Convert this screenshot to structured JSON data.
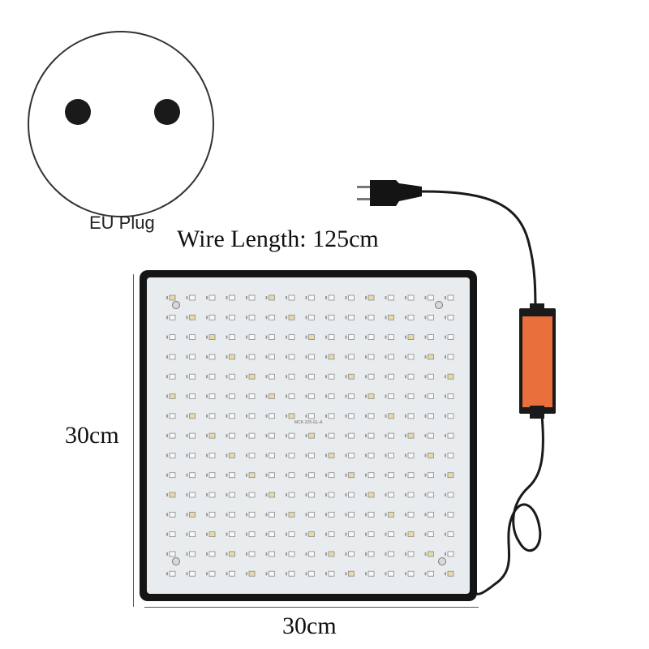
{
  "plug": {
    "label": "EU Plug"
  },
  "wire": {
    "label": "Wire Length: 125cm"
  },
  "dimensions": {
    "height_label": "30cm",
    "width_label": "30cm"
  },
  "panel": {
    "led_rows": 15,
    "led_cols": 15,
    "board_text": "MCK-225-GL-A"
  },
  "colors": {
    "panel_border": "#151515",
    "panel_face": "#e9ecef",
    "driver_orange": "#e9703c",
    "cable": "#1a1a1a"
  }
}
